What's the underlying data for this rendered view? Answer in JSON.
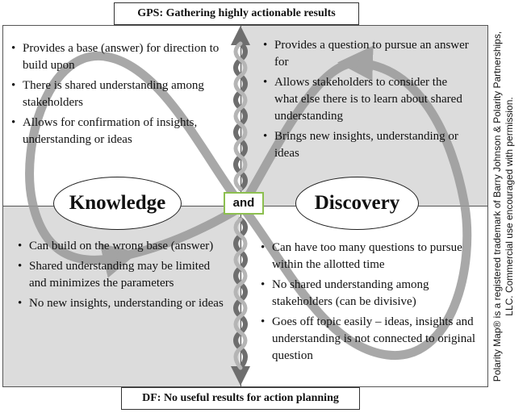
{
  "banners": {
    "top": "GPS: Gathering highly actionable results",
    "bottom": "DF: No useful results for action planning"
  },
  "poles": {
    "left": "Knowledge",
    "right": "Discovery",
    "connector": "and"
  },
  "quadrants": {
    "knowledge_upside": [
      "Provides a base (answer) for direction to build upon",
      "There is shared understanding among stakeholders",
      "Allows for confirmation of insights, understanding or ideas"
    ],
    "discovery_upside": [
      "Provides a question to pursue an answer for",
      "Allows stakeholders to consider the what else there is to learn about shared understanding",
      "Brings new insights, understanding or ideas"
    ],
    "knowledge_downside": [
      "Can build on the wrong base (answer)",
      "Shared understanding may be limited and minimizes the parameters",
      "No new insights, understanding or ideas"
    ],
    "discovery_downside": [
      "Can have too many questions to pursue within the allotted time",
      "No shared understanding among stakeholders (can be divisive)",
      "Goes off topic easily – ideas, insights and understanding is not connected to original question"
    ]
  },
  "trademark_note": "Polarity Map® is a registered trademark of Barry Johnson & Polarity Partnerships, LLC. Commercial use encouraged with permission.",
  "colors": {
    "shaded_quadrant": "#dcdcdc",
    "infinity_loop": "#9a9a9a",
    "axis_arrow": "#6e6e6e",
    "and_border": "#8cbf4f"
  },
  "icons": {
    "vertical_axis": "double-headed-twisted-arrow",
    "flow": "infinity-loop-arrow"
  }
}
